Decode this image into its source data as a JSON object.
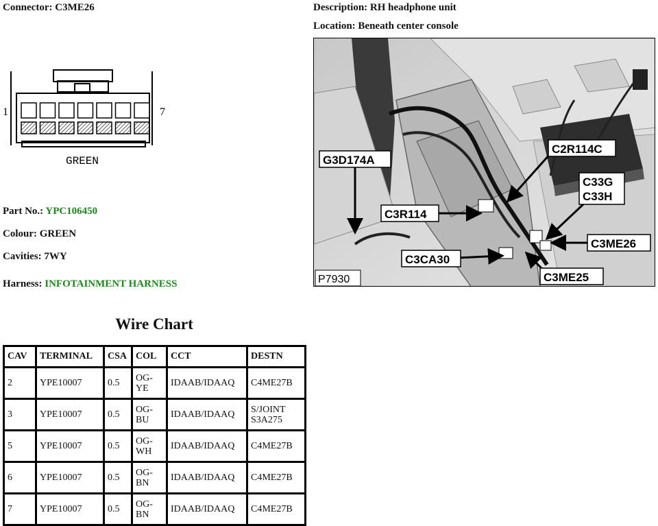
{
  "header": {
    "connector_label": "Connector:",
    "connector_value": "C3ME26",
    "description_label": "Description:",
    "description_value": "RH headphone unit",
    "location_label": "Location:",
    "location_value": "Beneath center console"
  },
  "connector_diagram": {
    "pin_first": "1",
    "pin_last": "7",
    "color_text": "GREEN"
  },
  "details": {
    "part_label": "Part No.:",
    "part_value": "YPC106450",
    "colour_label": "Colour:",
    "colour_value": "GREEN",
    "cavities_label": "Cavities:",
    "cavities_value": "7WY",
    "harness_label": "Harness:",
    "harness_value": "INFOTAINMENT HARNESS"
  },
  "wire_chart": {
    "title": "Wire Chart",
    "headers": [
      "CAV",
      "TERMINAL",
      "CSA",
      "COL",
      "CCT",
      "DESTN"
    ],
    "rows": [
      [
        "2",
        "YPE10007",
        "0.5",
        "OG-YE",
        "IDAAB/IDAAQ",
        "C4ME27B"
      ],
      [
        "3",
        "YPE10007",
        "0.5",
        "OG-BU",
        "IDAAB/IDAAQ",
        "S/JOINT S3A275"
      ],
      [
        "5",
        "YPE10007",
        "0.5",
        "OG-WH",
        "IDAAB/IDAAQ",
        "C4ME27B"
      ],
      [
        "6",
        "YPE10007",
        "0.5",
        "OG-BN",
        "IDAAB/IDAAQ",
        "C4ME27B"
      ],
      [
        "7",
        "YPE10007",
        "0.5",
        "OG-BN",
        "IDAAB/IDAAQ",
        "C4ME27B"
      ]
    ]
  },
  "location_image": {
    "figure_id": "P7930",
    "callouts": {
      "g3d174a": "G3D174A",
      "c2r114c": "C2R114C",
      "c33g": "C33G",
      "c33h": "C33H",
      "c3r114": "C3R114",
      "c3me26": "C3ME26",
      "c3ca30": "C3CA30",
      "c3me25": "C3ME25"
    }
  },
  "colors": {
    "link_green": "#1a8a1a",
    "text": "#111111",
    "border": "#000000"
  }
}
